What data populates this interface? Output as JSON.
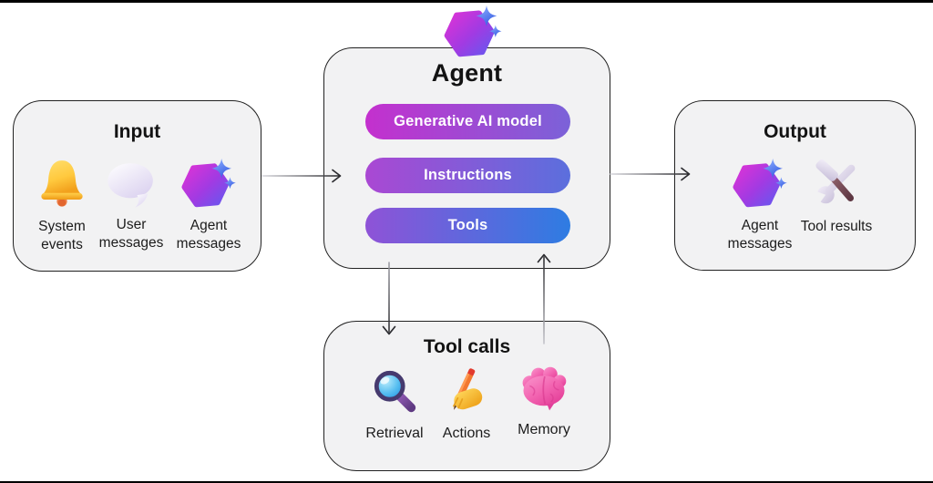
{
  "panels": {
    "input": {
      "title": "Input",
      "items": [
        {
          "icon": "bell-icon",
          "label": "System events"
        },
        {
          "icon": "speech-bubble-icon",
          "label": "User messages"
        },
        {
          "icon": "agent-hexagon-icon",
          "label": "Agent messages"
        }
      ]
    },
    "agent": {
      "title": "Agent",
      "badge_icon": "agent-hexagon-icon",
      "pills": [
        {
          "label": "Generative AI model",
          "gradient": [
            "#c430ce",
            "#7b62d8"
          ]
        },
        {
          "label": "Instructions",
          "gradient": [
            "#aa48d3",
            "#5b6fdd"
          ]
        },
        {
          "label": "Tools",
          "gradient": [
            "#8f53d7",
            "#2e7ce2"
          ]
        }
      ]
    },
    "output": {
      "title": "Output",
      "items": [
        {
          "icon": "agent-hexagon-icon",
          "label": "Agent messages"
        },
        {
          "icon": "hammer-wrench-icon",
          "label": "Tool results"
        }
      ]
    },
    "tool_calls": {
      "title": "Tool calls",
      "items": [
        {
          "icon": "magnifier-icon",
          "label": "Retrieval"
        },
        {
          "icon": "writing-hand-icon",
          "label": "Actions"
        },
        {
          "icon": "brain-icon",
          "label": "Memory"
        }
      ]
    }
  },
  "arrows": [
    {
      "from": "input",
      "to": "agent"
    },
    {
      "from": "agent",
      "to": "output"
    },
    {
      "from": "agent",
      "to": "tool_calls"
    },
    {
      "from": "tool_calls",
      "to": "agent"
    }
  ],
  "colors": {
    "panel_bg": "#f2f2f3",
    "panel_border": "#222222",
    "arrow": "#2c2c30",
    "title_text": "#131313",
    "pill_text": "#ffffff"
  }
}
